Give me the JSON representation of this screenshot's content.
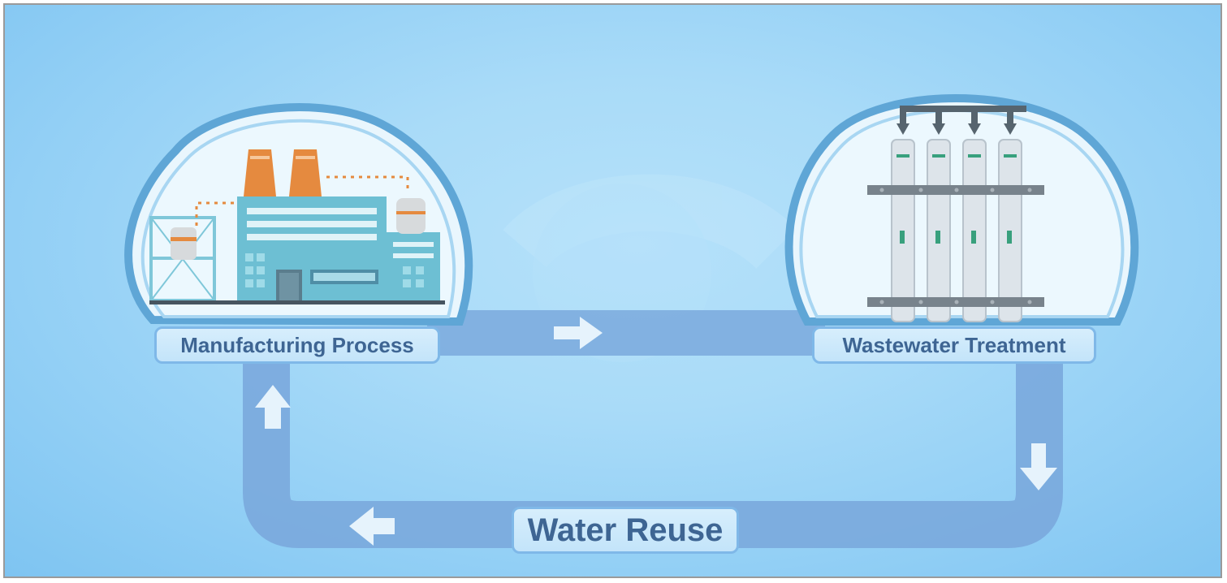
{
  "diagram": {
    "nodes": [
      {
        "id": "manufacturing",
        "label": "Manufacturing Process",
        "icon": "factory-icon"
      },
      {
        "id": "treatment",
        "label": "Wastewater Treatment",
        "icon": "filtration-columns-icon"
      },
      {
        "id": "reuse",
        "label": "Water Reuse"
      }
    ],
    "edges": [
      {
        "from": "manufacturing",
        "to": "treatment",
        "arrow": "right"
      },
      {
        "from": "treatment",
        "to": "reuse",
        "arrow": "down"
      },
      {
        "from": "reuse",
        "to": "manufacturing",
        "arrow": "left-then-up"
      }
    ],
    "colors": {
      "background": "#a9dbf8",
      "pipe": "#7aa9dd",
      "bubble_outline": "#5fa6d6",
      "label_text": "#3e6593",
      "chimney": "#e58a3f",
      "building": "#6dbfd3"
    }
  }
}
